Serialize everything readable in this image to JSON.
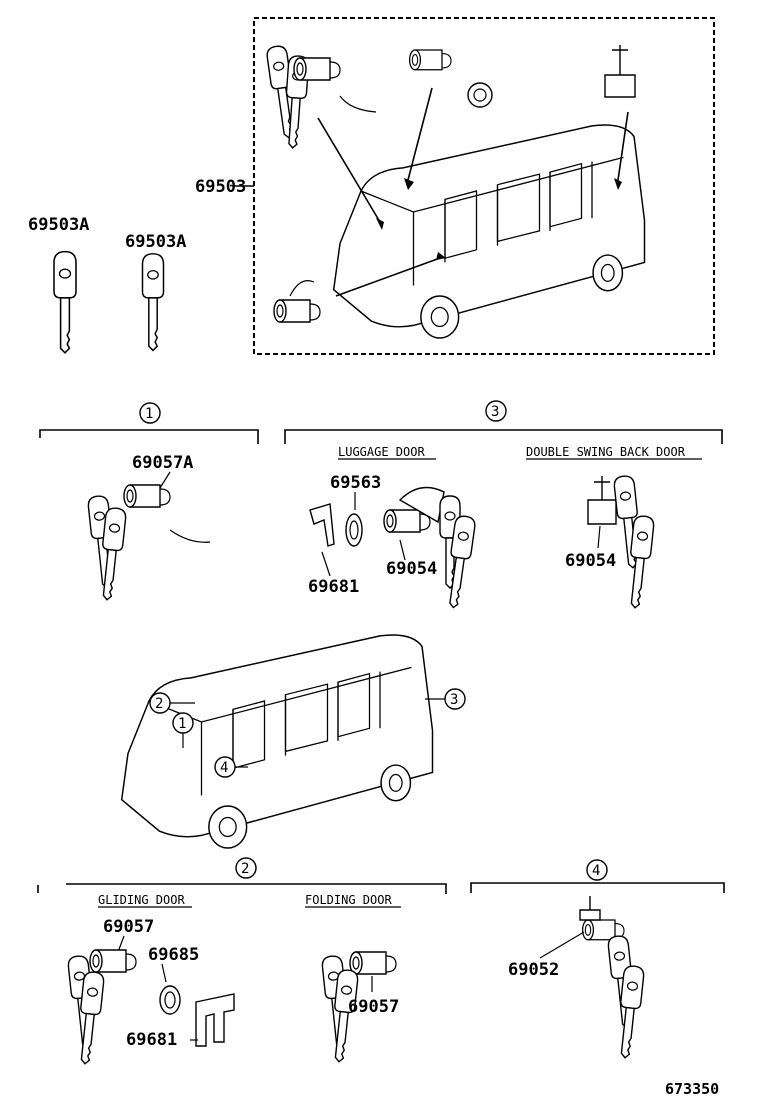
{
  "top": {
    "assembly_label": "69503",
    "key_label_left": "69503A",
    "key_label_right": "69503A"
  },
  "section1": {
    "callout": "1",
    "part": "69057A"
  },
  "section3": {
    "callout": "3",
    "luggage_door_heading": "LUGGAGE DOOR",
    "double_swing_heading": "DOUBLE SWING BACK DOOR",
    "part_69563": "69563",
    "part_69681": "69681",
    "part_69054_left": "69054",
    "part_69054_right": "69054"
  },
  "van_callouts": [
    "2",
    "1",
    "4",
    "3"
  ],
  "section2": {
    "callout": "2",
    "gliding_door_heading": "GLIDING DOOR",
    "folding_door_heading": "FOLDING DOOR",
    "part_69057_top": "69057",
    "part_69685": "69685",
    "part_69681": "69681",
    "part_69057_folding": "69057"
  },
  "section4": {
    "callout": "4",
    "part": "69052"
  },
  "figure_number": "673350",
  "icons": [
    "key-icon",
    "lock-cylinder-icon",
    "van-icon",
    "retainer-clip-icon",
    "gasket-ring-icon"
  ]
}
